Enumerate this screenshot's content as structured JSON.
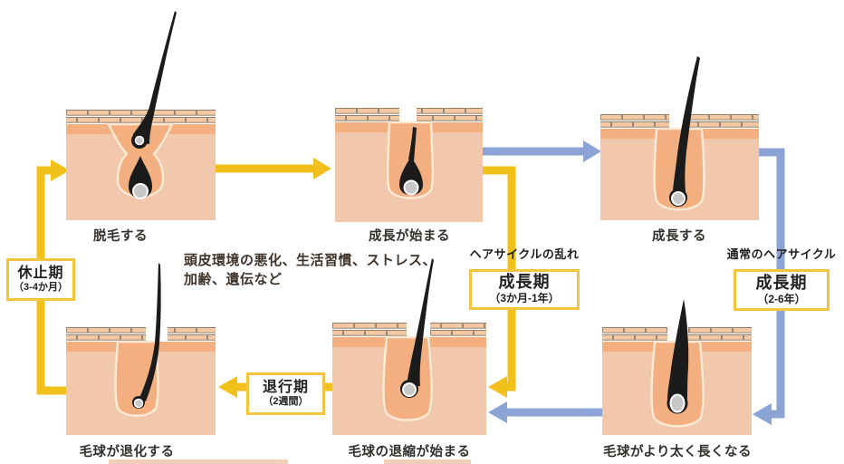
{
  "panels": [
    {
      "label": "脱毛する"
    },
    {
      "label": "成長が始まる"
    },
    {
      "label": "成長する"
    },
    {
      "label": "毛球が退化する"
    },
    {
      "label": "毛球の退縮が始まる"
    },
    {
      "label": "毛球がより太く長くなる"
    }
  ],
  "phase_boxes": {
    "telogen": {
      "title": "休止期",
      "duration": "（3-4か月）"
    },
    "anagen_disrupted": {
      "title": "成長期",
      "duration": "（3か月-1年）"
    },
    "anagen_normal": {
      "title": "成長期",
      "duration": "（2-6年）"
    },
    "catagen": {
      "title": "退行期",
      "duration": "（2週間）"
    }
  },
  "cycle_labels": {
    "disrupted": "ヘアサイクルの乱れ",
    "normal": "通常のヘアサイクル"
  },
  "causes": {
    "line1": "頭皮環境の悪化、生活習慣、ストレス、",
    "line2": "加齢、遺伝など"
  },
  "colors": {
    "disrupted_cycle_arrow": "#F1C01B",
    "normal_cycle_arrow": "#8CA3D6",
    "skin": "#F1C8AB",
    "epidermis": "#F3AF80",
    "brick": "#F4C8A2",
    "hair": "#1B1B1B",
    "phase_box_border": "#F3C440"
  }
}
